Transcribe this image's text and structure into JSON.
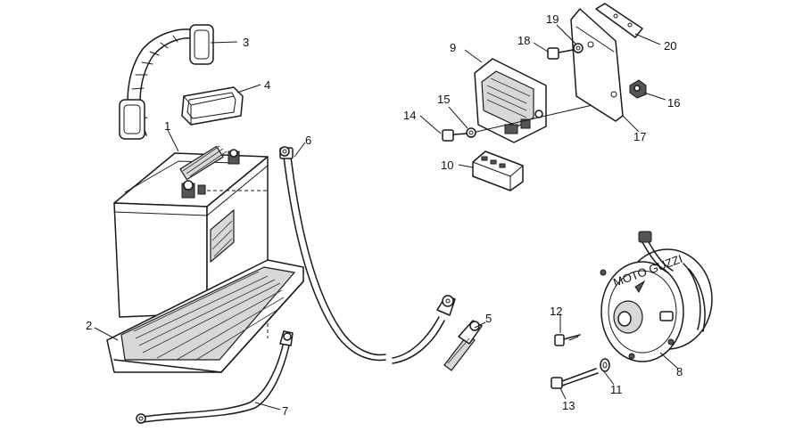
{
  "callouts": [
    {
      "id": "1",
      "label": "1"
    },
    {
      "id": "2",
      "label": "2"
    },
    {
      "id": "3",
      "label": "3"
    },
    {
      "id": "4",
      "label": "4"
    },
    {
      "id": "5",
      "label": "5"
    },
    {
      "id": "6",
      "label": "6"
    },
    {
      "id": "7",
      "label": "7"
    },
    {
      "id": "8",
      "label": "8"
    },
    {
      "id": "9",
      "label": "9"
    },
    {
      "id": "10",
      "label": "10"
    },
    {
      "id": "11",
      "label": "11"
    },
    {
      "id": "12",
      "label": "12"
    },
    {
      "id": "13",
      "label": "13"
    },
    {
      "id": "14",
      "label": "14"
    },
    {
      "id": "15",
      "label": "15"
    },
    {
      "id": "16",
      "label": "16"
    },
    {
      "id": "17",
      "label": "17"
    },
    {
      "id": "18",
      "label": "18"
    },
    {
      "id": "19",
      "label": "19"
    },
    {
      "id": "20",
      "label": "20"
    }
  ],
  "alternator_logo": "MOTO GUZZI",
  "colors": {
    "line": "#1a1a1a",
    "background": "#ffffff"
  }
}
